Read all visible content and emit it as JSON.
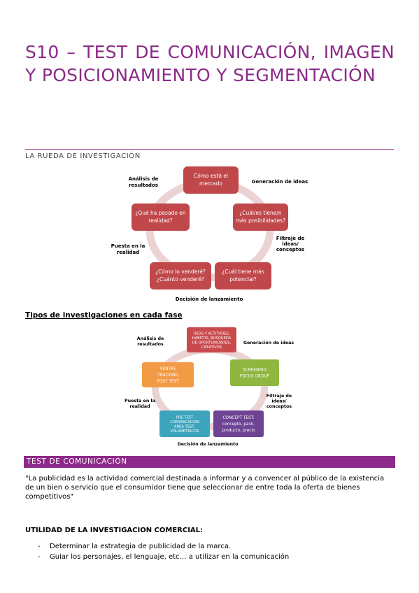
{
  "title": "S10 – TEST DE COMUNICACIÓN, IMAGEN Y POSICIONAMIENTO Y SEGMENTACIÓN",
  "section1_heading": "LA RUEDA DE INVESTIGACIÓN",
  "wheel1": {
    "boxes": [
      [
        "Cómo está el",
        "mercado"
      ],
      [
        "¿Cuál/es tiene/n",
        "más posibilidades?"
      ],
      [
        "¿Cuál tiene más",
        "potencial?"
      ],
      [
        "¿Cómo lo venderé?",
        "¿Cuánto venderé?"
      ],
      [
        "¿Qué ha pasado en",
        "realidad?"
      ]
    ],
    "labels": {
      "analisis": [
        "Análisis de",
        "resultados"
      ],
      "generacion": [
        "Generación de ideas"
      ],
      "filtraje": [
        "Filtraje de",
        "ideas/",
        "conceptos"
      ],
      "decision": [
        "Decisión de lanzamiento"
      ],
      "puesta": [
        "Puesta en la",
        "realidad"
      ]
    },
    "colors": {
      "box": "#c0474a",
      "ring": "#ecd3d3"
    }
  },
  "subheading": "Tipos de investigaciones en cada fase",
  "wheel2": {
    "boxes": [
      {
        "lines": [
          "USOS Y ACTITUDES,",
          "HÁBITOS, BÚSQUEDA",
          "DE OPORTUNIDADES,",
          "CREATIVOS"
        ],
        "color": "#c84a4d"
      },
      {
        "lines": [
          "SCREENING",
          "FOCUS GROUP"
        ],
        "color": "#8fb63e"
      },
      {
        "lines": [
          "CONCEPT TEST:",
          "concepto, pack,",
          "producto, precio"
        ],
        "color": "#6e4394"
      },
      {
        "lines": [
          "PRE TEST",
          "COMUNICACIÓN",
          "AREA TEST,",
          "VOLUMETRICOS"
        ],
        "color": "#3da4bd"
      },
      {
        "lines": [
          "VENTAS",
          "TRACKING",
          "POST TEST"
        ],
        "color": "#f39a45"
      }
    ],
    "labels": {
      "analisis": [
        "Análisis de",
        "resultados"
      ],
      "generacion": [
        "Generación de ideas"
      ],
      "filtraje": [
        "Filtraje de",
        "ideas/",
        "conceptos"
      ],
      "decision": [
        "Decisión de lanzamiento"
      ],
      "puesta": [
        "Puesta en la",
        "realidad"
      ]
    },
    "colors": {
      "ring": "#ecd3d3"
    }
  },
  "section2_heading": "TEST DE COMUNICACIÓN",
  "quote": "\"La publicidad es la actividad comercial destinada a informar y a convencer al público de la existencia de un bien o servicio que el consumidor tiene que seleccionar de entre toda la oferta de bienes competitivos\"",
  "utility_heading": "UTILIDAD DE LA INVESTIGACION COMERCIAL:",
  "utility_items": [
    "Determinar la estrategia de publicidad de la marca.",
    "Guiar los personajes, el lenguaje, etc… a utilizar en la comunicación"
  ],
  "accent_color": "#8a2a87"
}
